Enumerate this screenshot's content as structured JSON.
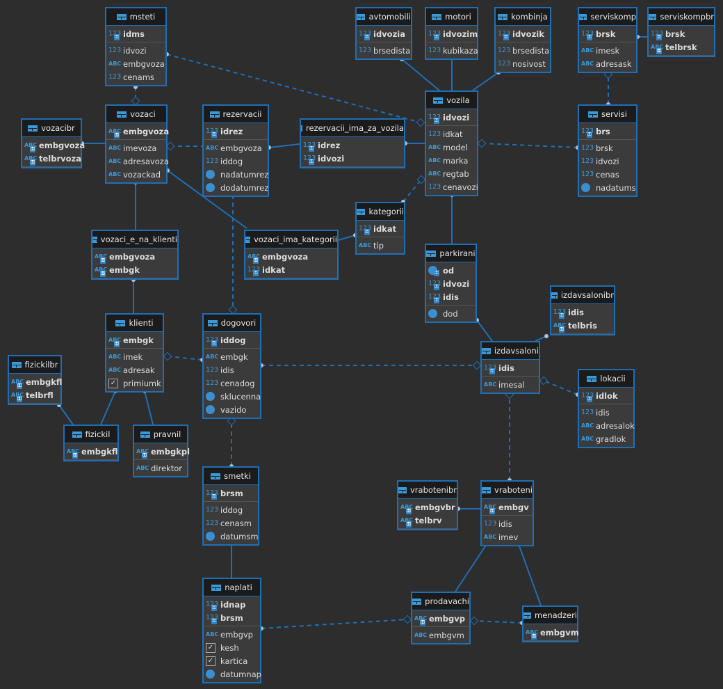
{
  "colors": {
    "background": "#2d2d2d",
    "entity_border": "#1f6fb6",
    "link": "#1f6fb6",
    "header": "#1b1b1b",
    "body": "#3b3b3b"
  },
  "type_labels": {
    "num": "123",
    "abc": "ABC",
    "date": "",
    "bool": ""
  },
  "tables": [
    {
      "name": "msteti",
      "pk": [
        [
          "idms",
          "num"
        ]
      ],
      "cols": [
        [
          "idvozi",
          "num"
        ],
        [
          "embgvoza",
          "abc"
        ],
        [
          "cenams",
          "num"
        ]
      ]
    },
    {
      "name": "vozaci",
      "pk": [
        [
          "embgvoza",
          "abc"
        ]
      ],
      "cols": [
        [
          "imevoza",
          "abc"
        ],
        [
          "adresavoza",
          "abc"
        ],
        [
          "vozackad",
          "abc"
        ]
      ]
    },
    {
      "name": "vozacibr",
      "pk": [
        [
          "embgvoza",
          "abc"
        ],
        [
          "telbrvoza",
          "abc"
        ]
      ],
      "cols": []
    },
    {
      "name": "rezervacii",
      "pk": [
        [
          "idrez",
          "num"
        ]
      ],
      "cols": [
        [
          "embgvoza",
          "abc"
        ],
        [
          "iddog",
          "num"
        ],
        [
          "nadatumrez",
          "date"
        ],
        [
          "dodatumrez",
          "date"
        ]
      ]
    },
    {
      "name": "rezervacii_ima_za_vozila",
      "pk": [
        [
          "idrez",
          "num"
        ],
        [
          "idvozi",
          "num"
        ]
      ],
      "cols": []
    },
    {
      "name": "vozila",
      "pk": [
        [
          "idvozi",
          "num"
        ]
      ],
      "cols": [
        [
          "idkat",
          "num"
        ],
        [
          "model",
          "abc"
        ],
        [
          "marka",
          "abc"
        ],
        [
          "regtab",
          "abc"
        ],
        [
          "cenavozi",
          "num"
        ]
      ]
    },
    {
      "name": "avtomobili",
      "pk": [
        [
          "idvozia",
          "num"
        ]
      ],
      "cols": [
        [
          "brsedista",
          "num"
        ]
      ]
    },
    {
      "name": "motori",
      "pk": [
        [
          "idvozim",
          "num"
        ]
      ],
      "cols": [
        [
          "kubikaza",
          "num"
        ]
      ]
    },
    {
      "name": "kombinja",
      "pk": [
        [
          "idvozik",
          "num"
        ]
      ],
      "cols": [
        [
          "brsedista",
          "num"
        ],
        [
          "nosivost",
          "num"
        ]
      ]
    },
    {
      "name": "serviskomp",
      "pk": [
        [
          "brsk",
          "num"
        ]
      ],
      "cols": [
        [
          "imesk",
          "abc"
        ],
        [
          "adresask",
          "abc"
        ]
      ]
    },
    {
      "name": "serviskompbr",
      "pk": [
        [
          "brsk",
          "num"
        ],
        [
          "telbrsk",
          "abc"
        ]
      ],
      "cols": []
    },
    {
      "name": "servisi",
      "pk": [
        [
          "brs",
          "num"
        ]
      ],
      "cols": [
        [
          "brsk",
          "num"
        ],
        [
          "idvozi",
          "num"
        ],
        [
          "cenas",
          "num"
        ],
        [
          "nadatums",
          "date"
        ]
      ]
    },
    {
      "name": "kategorii",
      "pk": [
        [
          "idkat",
          "num"
        ]
      ],
      "cols": [
        [
          "tip",
          "abc"
        ]
      ]
    },
    {
      "name": "vozaci_e_na_klienti",
      "pk": [
        [
          "embgvoza",
          "abc"
        ],
        [
          "embgk",
          "abc"
        ]
      ],
      "cols": []
    },
    {
      "name": "vozaci_ima_kategorii",
      "pk": [
        [
          "embgvoza",
          "abc"
        ],
        [
          "idkat",
          "num"
        ]
      ],
      "cols": []
    },
    {
      "name": "parkirani",
      "pk": [
        [
          "od",
          "date"
        ],
        [
          "idvozi",
          "num"
        ],
        [
          "idis",
          "num"
        ]
      ],
      "cols": [
        [
          "dod",
          "date"
        ]
      ]
    },
    {
      "name": "izdavsalonibr",
      "pk": [
        [
          "idis",
          "num"
        ],
        [
          "telbris",
          "abc"
        ]
      ],
      "cols": []
    },
    {
      "name": "klienti",
      "pk": [
        [
          "embgk",
          "abc"
        ]
      ],
      "cols": [
        [
          "imek",
          "abc"
        ],
        [
          "adresak",
          "abc"
        ],
        [
          "primiumk",
          "bool"
        ]
      ]
    },
    {
      "name": "dogovori",
      "pk": [
        [
          "iddog",
          "num"
        ]
      ],
      "cols": [
        [
          "embgk",
          "abc"
        ],
        [
          "idis",
          "num"
        ],
        [
          "cenadog",
          "num"
        ],
        [
          "sklucenna",
          "date"
        ],
        [
          "vazido",
          "date"
        ]
      ]
    },
    {
      "name": "izdavsaloni",
      "pk": [
        [
          "idis",
          "num"
        ]
      ],
      "cols": [
        [
          "imesal",
          "abc"
        ]
      ]
    },
    {
      "name": "lokacii",
      "pk": [
        [
          "idlok",
          "num"
        ]
      ],
      "cols": [
        [
          "idis",
          "num"
        ],
        [
          "adresalok",
          "abc"
        ],
        [
          "gradlok",
          "abc"
        ]
      ]
    },
    {
      "name": "fizickilbr",
      "pk": [
        [
          "embgkfl",
          "abc"
        ],
        [
          "telbrfl",
          "abc"
        ]
      ],
      "cols": []
    },
    {
      "name": "fizickil",
      "pk": [
        [
          "embgkfl",
          "abc"
        ]
      ],
      "cols": []
    },
    {
      "name": "pravnil",
      "pk": [
        [
          "embgkpl",
          "abc"
        ]
      ],
      "cols": [
        [
          "direktor",
          "abc"
        ]
      ]
    },
    {
      "name": "smetki",
      "pk": [
        [
          "brsm",
          "num"
        ]
      ],
      "cols": [
        [
          "iddog",
          "num"
        ],
        [
          "cenasm",
          "num"
        ],
        [
          "datumsm",
          "date"
        ]
      ]
    },
    {
      "name": "vrabotenibr",
      "pk": [
        [
          "embgvbr",
          "abc"
        ],
        [
          "telbrv",
          "abc"
        ]
      ],
      "cols": []
    },
    {
      "name": "vraboteni",
      "pk": [
        [
          "embgv",
          "abc"
        ]
      ],
      "cols": [
        [
          "idis",
          "num"
        ],
        [
          "imev",
          "abc"
        ]
      ]
    },
    {
      "name": "naplati",
      "pk": [
        [
          "idnap",
          "num"
        ],
        [
          "brsm",
          "num"
        ]
      ],
      "cols": [
        [
          "embgvp",
          "abc"
        ],
        [
          "kesh",
          "bool"
        ],
        [
          "kartica",
          "bool"
        ],
        [
          "datumnap",
          "date"
        ]
      ]
    },
    {
      "name": "prodavachi",
      "pk": [
        [
          "embgvp",
          "abc"
        ]
      ],
      "cols": [
        [
          "embgvm",
          "abc"
        ]
      ]
    },
    {
      "name": "menadzeri",
      "pk": [
        [
          "embgvm",
          "abc"
        ]
      ],
      "cols": []
    }
  ]
}
